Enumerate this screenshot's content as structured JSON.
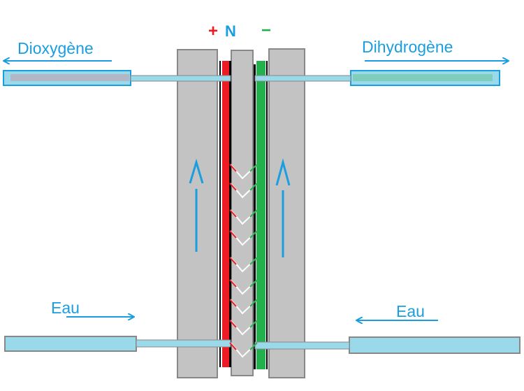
{
  "labels": {
    "oxygen": "Dioxygène",
    "hydrogen": "Dihydrogène",
    "water_left": "Eau",
    "water_right": "Eau",
    "plus": "+",
    "membrane": "N",
    "minus": "−"
  },
  "colors": {
    "plate": "#c3c3c3",
    "plate_border": "#888888",
    "positive_electrode": "#ed1c24",
    "negative_electrode": "#22b14c",
    "pipe": "#99d9ea",
    "arrow": "#1a9ee0"
  }
}
